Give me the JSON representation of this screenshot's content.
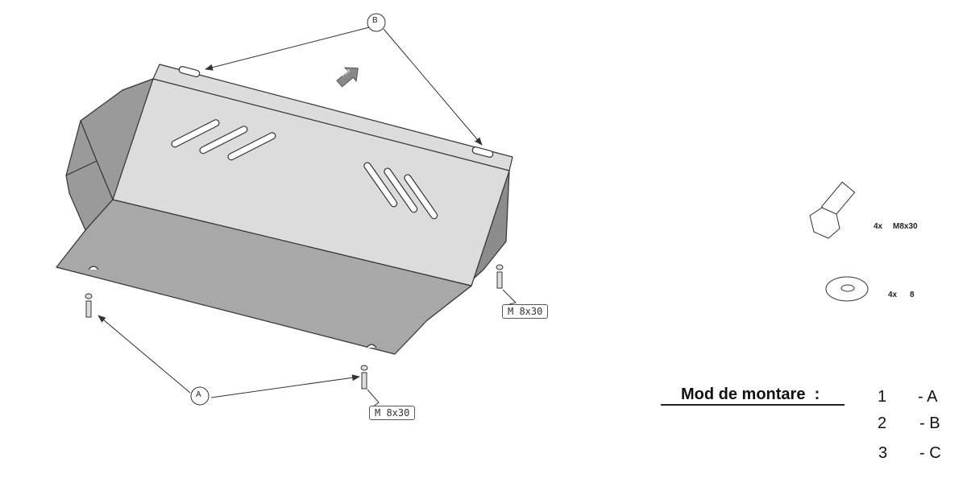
{
  "labels": {
    "a": "A",
    "b": "B",
    "fwd": "FWD"
  },
  "callouts": [
    "M 8x30",
    "M 8x30"
  ],
  "parts": [
    {
      "icon": "bolt-icon",
      "qty": "4x",
      "name": "M8x30"
    },
    {
      "icon": "washer-icon",
      "qty": "4x",
      "name": "8"
    }
  ],
  "mounting": {
    "title": "Mod de montare  :",
    "steps": [
      {
        "num": "1",
        "letter": "- A"
      },
      {
        "num": "2",
        "letter": "- B"
      },
      {
        "num": "3",
        "letter": "- C"
      }
    ]
  }
}
